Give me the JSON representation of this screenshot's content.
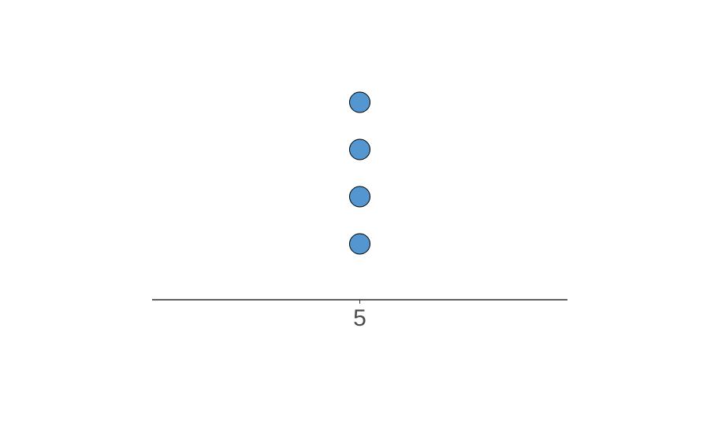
{
  "chart_data": {
    "type": "scatter",
    "title": "",
    "xlabel": "",
    "ylabel": "",
    "x_ticks": [
      "5"
    ],
    "points": [
      {
        "x": 5,
        "y": 1
      },
      {
        "x": 5,
        "y": 2
      },
      {
        "x": 5,
        "y": 3
      },
      {
        "x": 5,
        "y": 4
      }
    ],
    "grid": false,
    "point_color": "#5496cf",
    "point_outline": "#000000",
    "axis_color": "#000000"
  }
}
